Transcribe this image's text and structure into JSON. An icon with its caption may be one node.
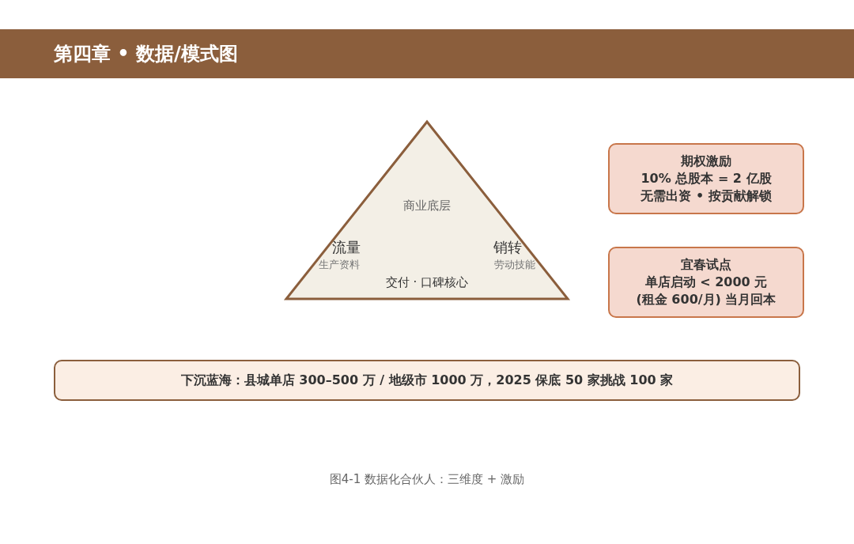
{
  "diagram": {
    "title": "第四章 • 数据/模式图",
    "caption": "图4-1 数据化合伙人：三维度 + 激励",
    "nodes": [
      {
        "text": [
          "商业底层",
          "流量",
          "生产资料",
          "销转",
          "劳动技能",
          "交付 · 口碑核心"
        ]
      },
      {
        "text": [
          "期权激励",
          "10% 总股本 = 2 亿股",
          "无需出资 • 按贡献解锁"
        ]
      },
      {
        "text": [
          "宜春试点",
          "单店启动 < 2000 元",
          "(租金 600/月) 当月回本"
        ]
      },
      {
        "text": [
          "下沉蓝海：县城单店 300–500 万 / 地级市 1000 万，2025 保底 50 家挑战 100 家"
        ]
      }
    ],
    "edges": []
  }
}
